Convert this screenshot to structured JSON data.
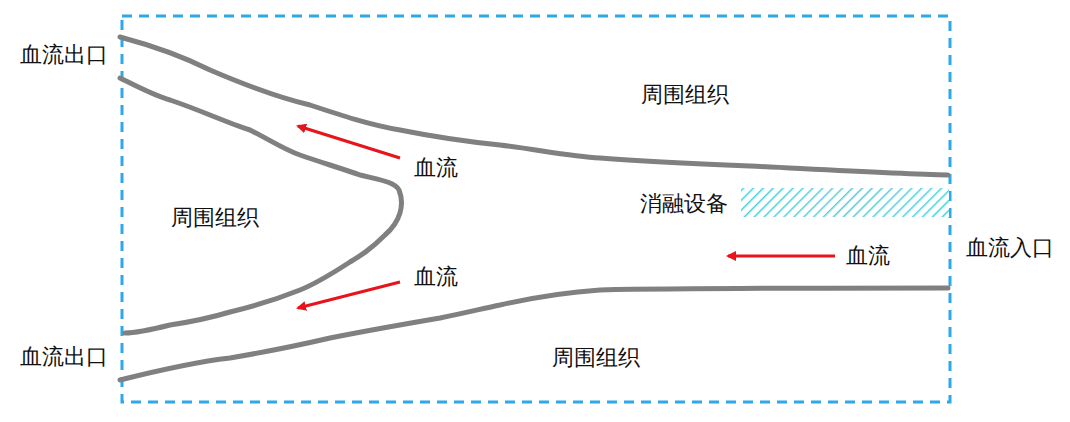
{
  "diagram": {
    "labels": [
      "血流出口",
      "周围组织",
      "血流",
      "周围组织",
      "消融设备",
      "血流",
      "血流入口",
      "血流",
      "血流出口",
      "周围组织"
    ]
  }
}
